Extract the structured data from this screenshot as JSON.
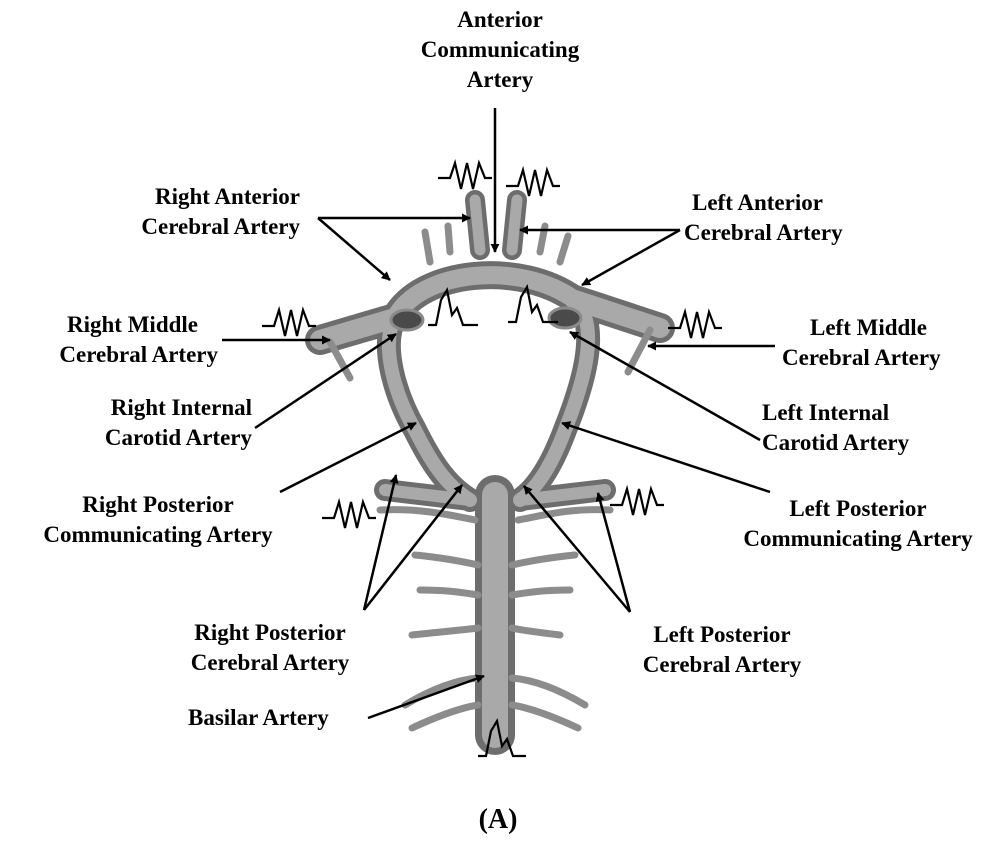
{
  "labels": {
    "aca": [
      "Anterior",
      "Communicating",
      "Artery"
    ],
    "r_ant_cer": [
      "Right Anterior",
      "Cerebral Artery"
    ],
    "l_ant_cer": [
      "Left Anterior",
      "Cerebral Artery"
    ],
    "r_mid": [
      "Right Middle",
      "Cerebral Artery"
    ],
    "l_mid": [
      "Left Middle",
      "Cerebral Artery"
    ],
    "r_ica": [
      "Right Internal",
      "Carotid Artery"
    ],
    "l_ica": [
      "Left Internal",
      "Carotid Artery"
    ],
    "r_pcomm": [
      "Right Posterior",
      "Communicating Artery"
    ],
    "l_pcomm": [
      "Left Posterior",
      "Communicating Artery"
    ],
    "r_pca": [
      "Right Posterior",
      "Cerebral Artery"
    ],
    "l_pca": [
      "Left Posterior",
      "Cerebral Artery"
    ],
    "basilar": "Basilar Artery"
  },
  "caption": "(A)"
}
